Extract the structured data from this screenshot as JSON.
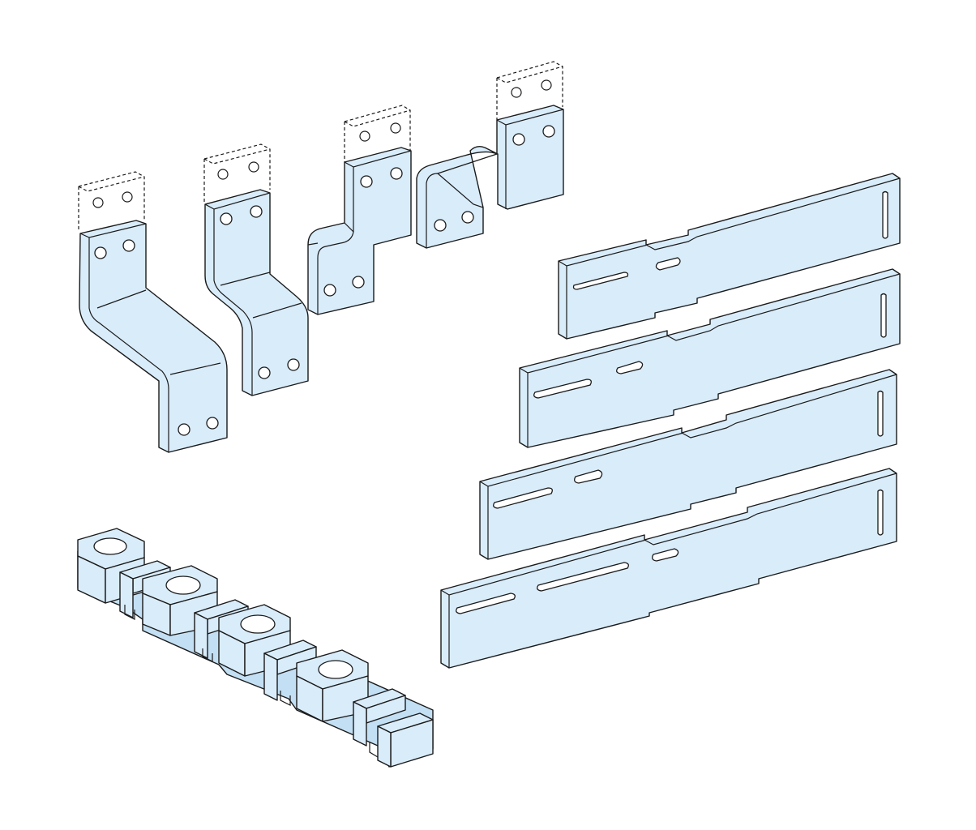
{
  "illustration": {
    "colors": {
      "fill": "#d9ecfa",
      "fill_dark": "#c3dff3",
      "stroke": "#1a1a1a",
      "background": "#ffffff"
    },
    "parts": [
      {
        "name": "long-offset-connection-bar",
        "count": 1
      },
      {
        "name": "medium-offset-connection-bar",
        "count": 1
      },
      {
        "name": "z-offset-connection-bar",
        "count": 1
      },
      {
        "name": "double-bend-connection-bar",
        "count": 1
      },
      {
        "name": "slotted-flat-bar",
        "count": 4
      },
      {
        "name": "notched-busbar-support",
        "count": 1
      }
    ]
  }
}
